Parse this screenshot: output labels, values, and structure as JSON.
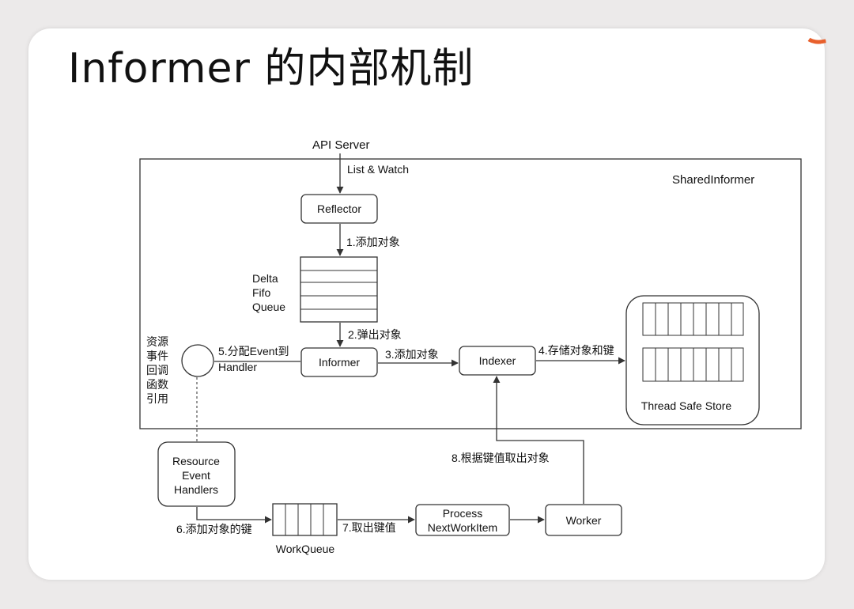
{
  "slide": {
    "title": "Informer 的内部机制"
  },
  "diagram": {
    "api_server": "API Server",
    "list_watch": "List & Watch",
    "shared_informer": "SharedInformer",
    "reflector": "Reflector",
    "step1": "1.添加对象",
    "delta_fifo": [
      "Delta",
      "Fifo",
      "Queue"
    ],
    "step2": "2.弹出对象",
    "informer": "Informer",
    "step3": "3.添加对象",
    "indexer": "Indexer",
    "step4": "4.存储对象和键",
    "thread_safe_store": "Thread Safe Store",
    "step5": [
      "5.分配Event到",
      "Handler"
    ],
    "callback_ref": [
      "资源",
      "事件",
      "回调",
      "函数",
      "引用"
    ],
    "resource_event_handlers": [
      "Resource",
      "Event",
      "Handlers"
    ],
    "step6": "6.添加对象的键",
    "workqueue": "WorkQueue",
    "step7": "7.取出键值",
    "process_next": [
      "Process",
      "NextWorkItem"
    ],
    "worker": "Worker",
    "step8": "8.根据键值取出对象"
  },
  "colors": {
    "accent": "#e8602c",
    "line": "#333333"
  }
}
